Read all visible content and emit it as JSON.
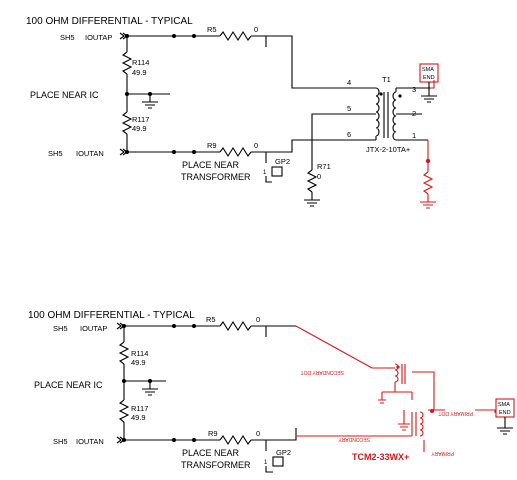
{
  "top": {
    "title": "100 OHM DIFFERENTIAL -  TYPICAL",
    "net_p_sheet": "SH5",
    "net_p_name": "IOUTAP",
    "net_n_sheet": "SH5",
    "net_n_name": "IOUTAN",
    "r5_ref": "R5",
    "r5_val": "0",
    "r9_ref": "R9",
    "r9_val": "0",
    "r114_ref": "R114",
    "r114_val": "49.9",
    "r117_ref": "R117",
    "r117_val": "49.9",
    "r71_ref": "R71",
    "r71_val": "0",
    "place_ic": "PLACE NEAR IC",
    "place_xfmr_1": "PLACE NEAR",
    "place_xfmr_2": "TRANSFORMER",
    "gp2": "GP2",
    "gp2_pin": "1",
    "t1_ref": "T1",
    "t1_part": "JTX-2-10TA+",
    "pin4": "4",
    "pin5": "5",
    "pin6": "6",
    "pin3": "3",
    "pin2": "2",
    "pin1": "1",
    "sma_1": "SMA",
    "sma_2": "END"
  },
  "bottom": {
    "title": "100 OHM DIFFERENTIAL -  TYPICAL",
    "net_p_sheet": "SH5",
    "net_p_name": "IOUTAP",
    "net_n_sheet": "SH5",
    "net_n_name": "IOUTAN",
    "r5_ref": "R5",
    "r5_val": "0",
    "r9_ref": "R9",
    "r9_val": "0",
    "r114_ref": "R114",
    "r114_val": "49.9",
    "r117_ref": "R117",
    "r117_val": "49.9",
    "place_ic": "PLACE NEAR IC",
    "place_xfmr_1": "PLACE NEAR",
    "place_xfmr_2": "TRANSFORMER",
    "gp2": "GP2",
    "gp2_pin": "1",
    "sec_dot": "SECONDARY DOT",
    "primary_dot": "PRIMARY DOT",
    "secondary": "SECONDARY",
    "primary": "PRIMARY",
    "tcm_part": "TCM2-33WX+",
    "sma_1": "SMA",
    "sma_2": "END"
  },
  "colors": {
    "wire": "#000000",
    "added": "#d11a1a"
  }
}
